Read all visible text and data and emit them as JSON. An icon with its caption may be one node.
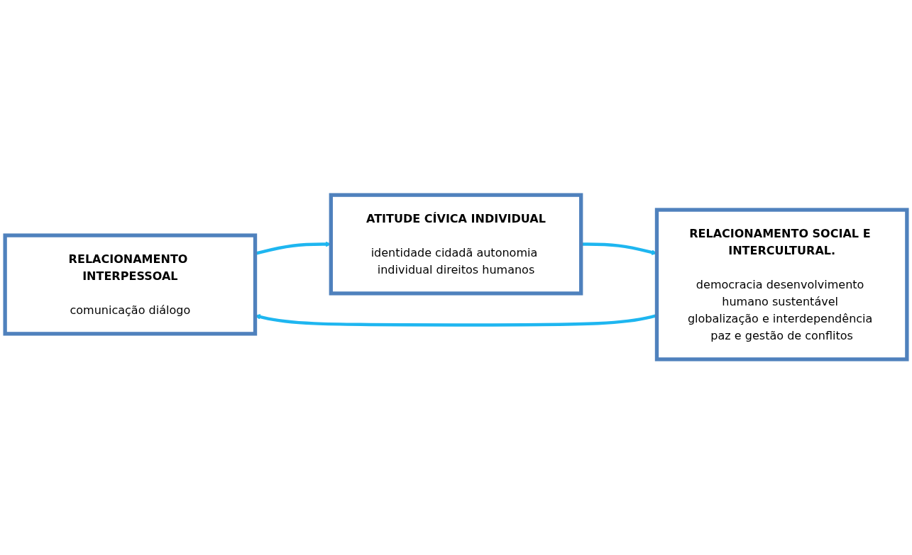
{
  "diagram": {
    "nodes": [
      {
        "text": [
          "RELACIONAMENTO INTERPESSOAL",
          "comunicação diálogo"
        ]
      },
      {
        "text": [
          "RELACIONAMENTO SOCIAL E INTERCULTURAL.",
          "democracia desenvolvimento humano sustentável globalização e interdependência paz e gestão de conflitos"
        ]
      },
      {
        "text": [
          "ATITUDE CÍVICA INDIVIDUAL",
          "identidade cidadã autonomia individual direitos humanos"
        ]
      }
    ],
    "edges": [
      {
        "from": 0,
        "to": 2,
        "arrow": "to"
      },
      {
        "from": 2,
        "to": 1,
        "arrow": "to"
      },
      {
        "from": 1,
        "to": 0,
        "arrow": "to"
      }
    ]
  }
}
